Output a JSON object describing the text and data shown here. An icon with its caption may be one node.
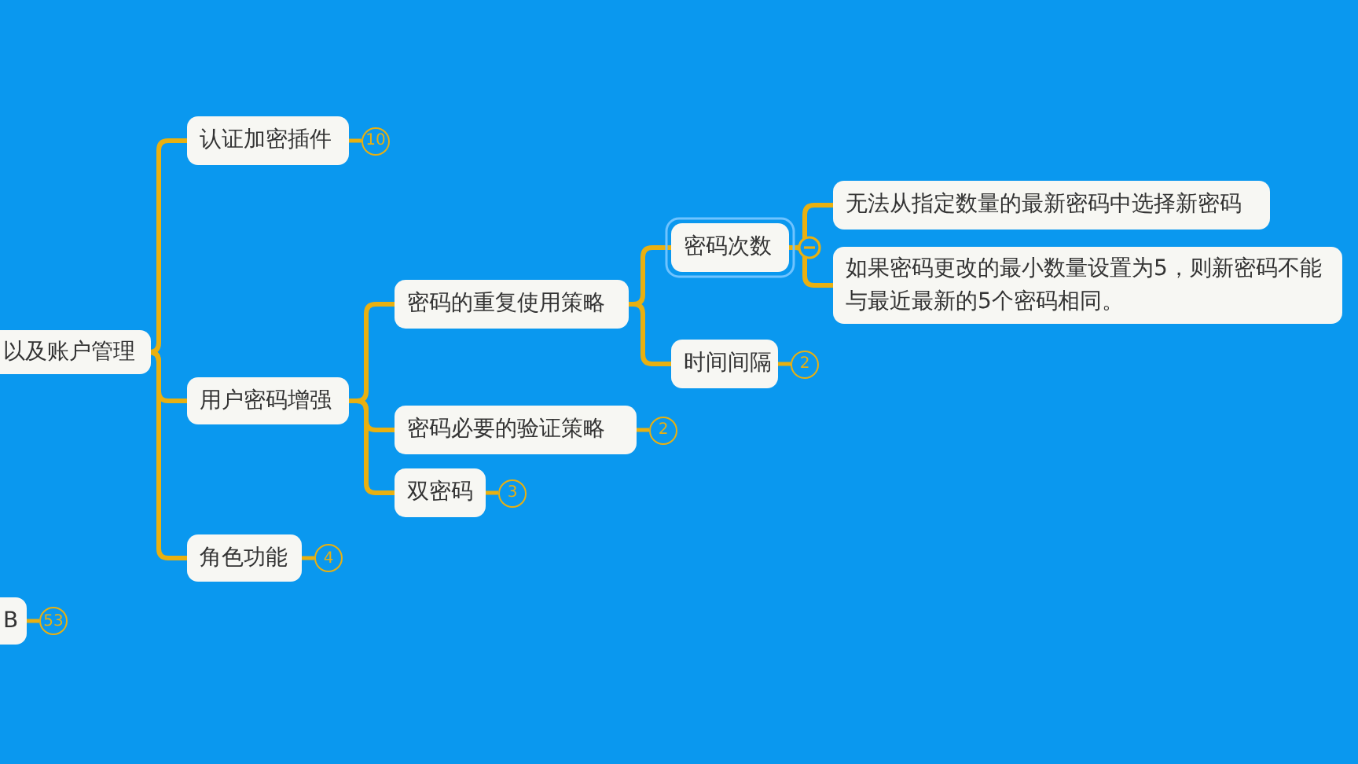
{
  "diagram": {
    "nodes": [
      {
        "text": [
          "以及账户管理"
        ]
      },
      {
        "text": [
          "认证加密插件"
        ],
        "beside": [
          "10"
        ]
      },
      {
        "text": [
          "用户密码增强"
        ]
      },
      {
        "text": [
          "角色功能"
        ],
        "beside": [
          "4"
        ]
      },
      {
        "text": [
          "密码的重复使用策略"
        ]
      },
      {
        "text": [
          "密码必要的验证策略"
        ],
        "beside": [
          "2"
        ]
      },
      {
        "text": [
          "双密码"
        ],
        "beside": [
          "3"
        ]
      },
      {
        "text": [
          "密码次数"
        ]
      },
      {
        "text": [
          "时间间隔"
        ],
        "beside": [
          "2"
        ]
      },
      {
        "text": [
          "无法从指定数量的最新密码中选择新密码"
        ]
      },
      {
        "text": [
          "如果密码更改的最小数量设置为5，则新密码不能与最近最新的5个密码相同。"
        ]
      },
      {
        "text": [
          "B"
        ],
        "beside": [
          "53"
        ]
      }
    ],
    "edges": [
      {
        "from": 0,
        "to": 1,
        "arrow": "none"
      },
      {
        "from": 0,
        "to": 2,
        "arrow": "none"
      },
      {
        "from": 0,
        "to": 3,
        "arrow": "none"
      },
      {
        "from": 2,
        "to": 4,
        "arrow": "none"
      },
      {
        "from": 2,
        "to": 5,
        "arrow": "none"
      },
      {
        "from": 2,
        "to": 6,
        "arrow": "none"
      },
      {
        "from": 4,
        "to": 7,
        "arrow": "none"
      },
      {
        "from": 4,
        "to": 8,
        "arrow": "none"
      },
      {
        "from": 7,
        "to": 9,
        "arrow": "none"
      },
      {
        "from": 7,
        "to": 10,
        "arrow": "none"
      }
    ]
  }
}
